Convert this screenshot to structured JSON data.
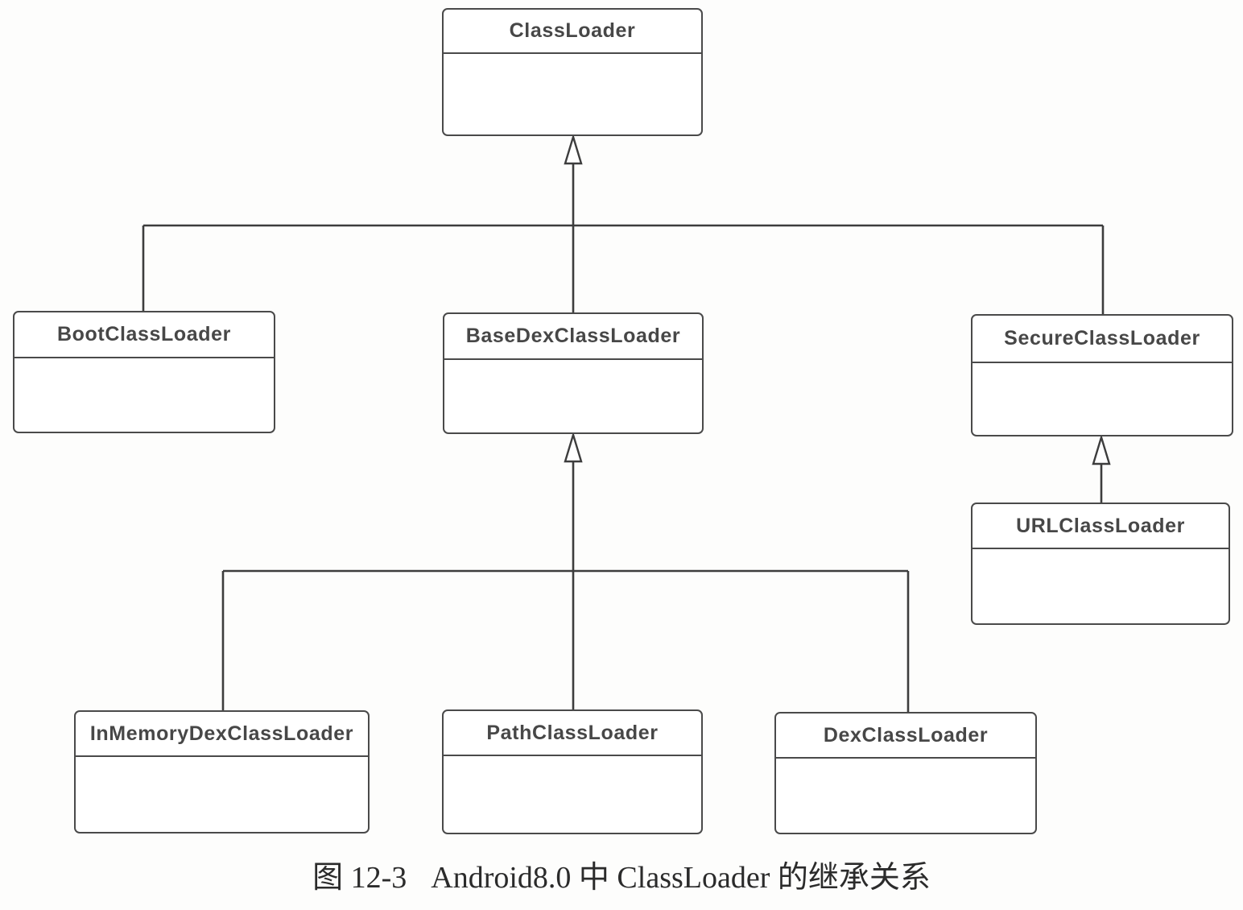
{
  "diagram": {
    "type": "uml-class-inheritance",
    "caption": {
      "figure_number": "图 12-3",
      "text": "Android8.0 中 ClassLoader 的继承关系"
    },
    "nodes": [
      {
        "id": "classloader",
        "title": "ClassLoader",
        "level": 0
      },
      {
        "id": "bootclassloader",
        "title": "BootClassLoader",
        "level": 1
      },
      {
        "id": "basedexclassloader",
        "title": "BaseDexClassLoader",
        "level": 1
      },
      {
        "id": "secureclassloader",
        "title": "SecureClassLoader",
        "level": 1
      },
      {
        "id": "urlclassloader",
        "title": "URLClassLoader",
        "level": 2
      },
      {
        "id": "inmemorydexclassloader",
        "title": "InMemoryDexClassLoader",
        "level": 2
      },
      {
        "id": "pathclassloader",
        "title": "PathClassLoader",
        "level": 2
      },
      {
        "id": "dexclassloader",
        "title": "DexClassLoader",
        "level": 2
      }
    ],
    "edges": [
      {
        "from": "bootclassloader",
        "to": "classloader",
        "relation": "extends"
      },
      {
        "from": "basedexclassloader",
        "to": "classloader",
        "relation": "extends"
      },
      {
        "from": "secureclassloader",
        "to": "classloader",
        "relation": "extends"
      },
      {
        "from": "urlclassloader",
        "to": "secureclassloader",
        "relation": "extends"
      },
      {
        "from": "inmemorydexclassloader",
        "to": "basedexclassloader",
        "relation": "extends"
      },
      {
        "from": "pathclassloader",
        "to": "basedexclassloader",
        "relation": "extends"
      },
      {
        "from": "dexclassloader",
        "to": "basedexclassloader",
        "relation": "extends"
      }
    ],
    "colors": {
      "background": "#fdfdfc",
      "box_fill": "#ffffff",
      "box_stroke": "#4a4a4a",
      "title_text": "#474747",
      "edge_stroke": "#3d3d3d",
      "caption_text": "#2b2b2b"
    }
  }
}
